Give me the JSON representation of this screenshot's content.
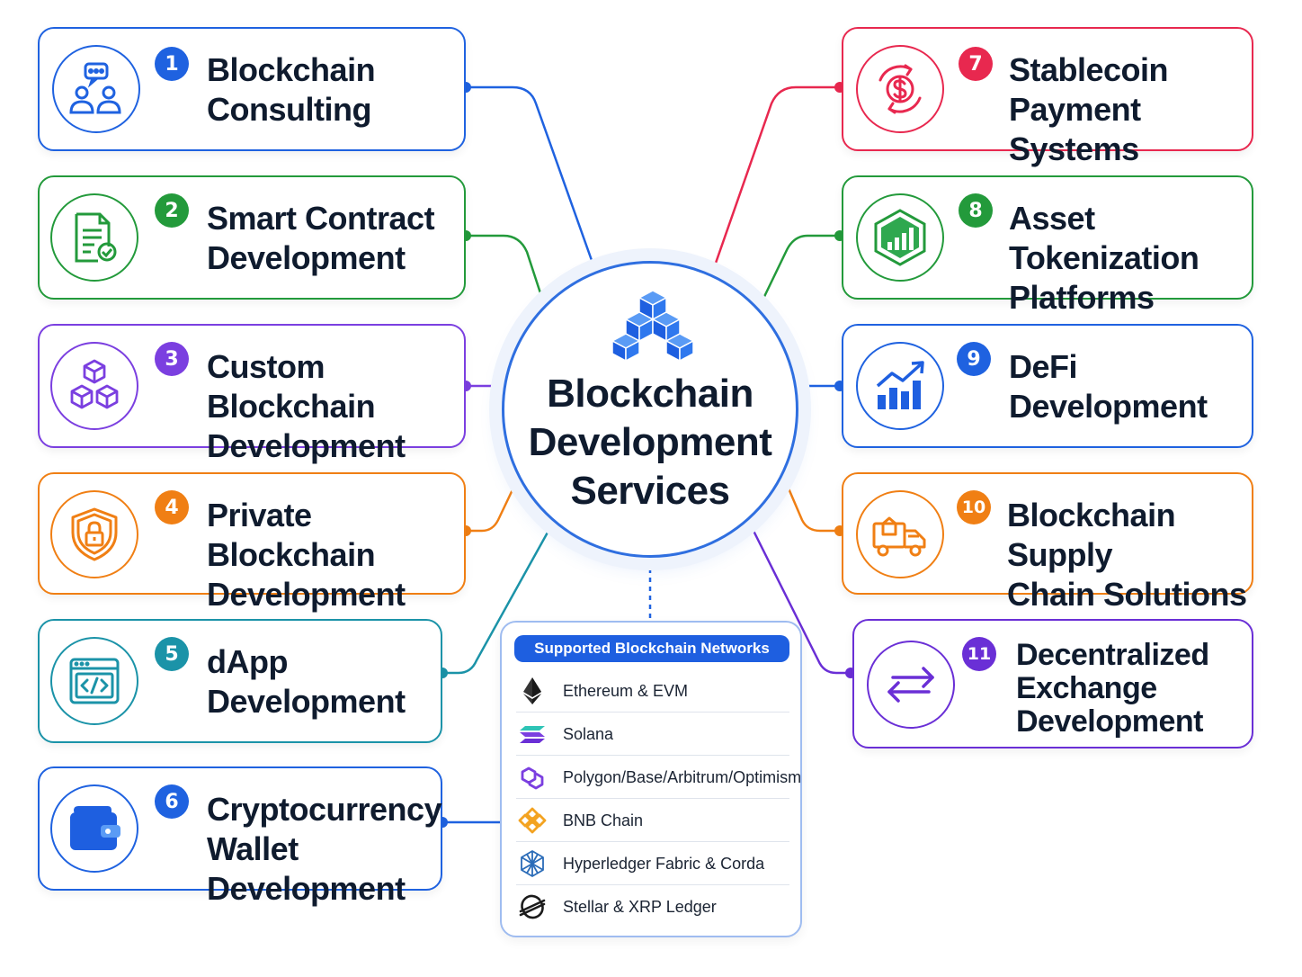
{
  "hub": {
    "title": "Blockchain\nDevelopment\nServices"
  },
  "services": [
    {
      "number": "1",
      "title": "Blockchain\nConsulting",
      "color": "#1f62e0",
      "icon": "consulting-people-chat-icon"
    },
    {
      "number": "2",
      "title": "Smart Contract\nDevelopment",
      "color": "#239a3b",
      "icon": "contract-document-check-icon"
    },
    {
      "number": "3",
      "title": "Custom Blockchain\nDevelopment",
      "color": "#7b3fe0",
      "icon": "cubes-icon"
    },
    {
      "number": "4",
      "title": "Private Blockchain\nDevelopment",
      "color": "#f07f14",
      "icon": "shield-lock-icon"
    },
    {
      "number": "5",
      "title": "dApp\nDevelopment",
      "color": "#1b93a8",
      "icon": "code-window-icon"
    },
    {
      "number": "6",
      "title": "Cryptocurrency\nWallet Development",
      "color": "#1f62e0",
      "icon": "wallet-icon"
    },
    {
      "number": "7",
      "title": "Stablecoin\nPayment Systems",
      "color": "#e8284f",
      "icon": "dollar-cycle-icon"
    },
    {
      "number": "8",
      "title": "Asset Tokenization\nPlatforms",
      "color": "#239a3b",
      "icon": "hexagon-bar-chart-icon"
    },
    {
      "number": "9",
      "title": "DeFi\nDevelopment",
      "color": "#1f62e0",
      "icon": "growth-chart-icon"
    },
    {
      "number": "10",
      "title": "Blockchain Supply\nChain Solutions",
      "color": "#f07f14",
      "icon": "delivery-truck-icon"
    },
    {
      "number": "11",
      "title": "Decentralized\nExchange\nDevelopment",
      "color": "#6a2fd6",
      "icon": "exchange-arrows-icon"
    }
  ],
  "networks": {
    "header": "Supported Blockchain Networks",
    "items": [
      {
        "label": "Ethereum & EVM",
        "icon": "ethereum-icon"
      },
      {
        "label": "Solana",
        "icon": "solana-icon"
      },
      {
        "label": "Polygon/Base/Arbitrum/Optimism",
        "icon": "polygon-icon"
      },
      {
        "label": "BNB Chain",
        "icon": "bnb-icon"
      },
      {
        "label": "Hyperledger Fabric & Corda",
        "icon": "hyperledger-icon"
      },
      {
        "label": "Stellar & XRP Ledger",
        "icon": "stellar-icon"
      }
    ]
  }
}
